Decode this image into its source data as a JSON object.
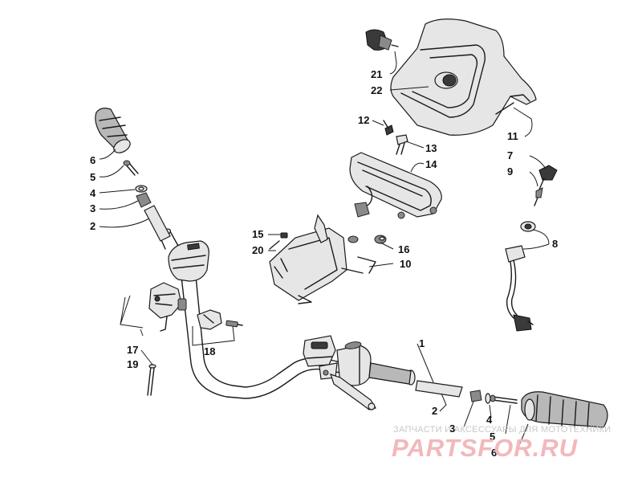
{
  "callouts": [
    {
      "id": "c1",
      "label": "1"
    },
    {
      "id": "c2a",
      "label": "2"
    },
    {
      "id": "c2b",
      "label": "2"
    },
    {
      "id": "c3a",
      "label": "3"
    },
    {
      "id": "c3b",
      "label": "3"
    },
    {
      "id": "c4a",
      "label": "4"
    },
    {
      "id": "c4b",
      "label": "4"
    },
    {
      "id": "c5a",
      "label": "5"
    },
    {
      "id": "c5b",
      "label": "5"
    },
    {
      "id": "c6a",
      "label": "6"
    },
    {
      "id": "c6b",
      "label": "6"
    },
    {
      "id": "c7",
      "label": "7"
    },
    {
      "id": "c8",
      "label": "8"
    },
    {
      "id": "c9",
      "label": "9"
    },
    {
      "id": "c10",
      "label": "10"
    },
    {
      "id": "c11",
      "label": "11"
    },
    {
      "id": "c12",
      "label": "12"
    },
    {
      "id": "c13",
      "label": "13"
    },
    {
      "id": "c14",
      "label": "14"
    },
    {
      "id": "c15",
      "label": "15"
    },
    {
      "id": "c16",
      "label": "16"
    },
    {
      "id": "c17",
      "label": "17"
    },
    {
      "id": "c18",
      "label": "18"
    },
    {
      "id": "c19",
      "label": "19"
    },
    {
      "id": "c20",
      "label": "20"
    },
    {
      "id": "c21",
      "label": "21"
    },
    {
      "id": "c22",
      "label": "22"
    }
  ],
  "watermark": {
    "caption": "ЗАПЧАСТИ И АКСЕССУАРЫ ДЛЯ МОТОТЕХНИКИ",
    "brand": "PARTSFOR.RU"
  }
}
